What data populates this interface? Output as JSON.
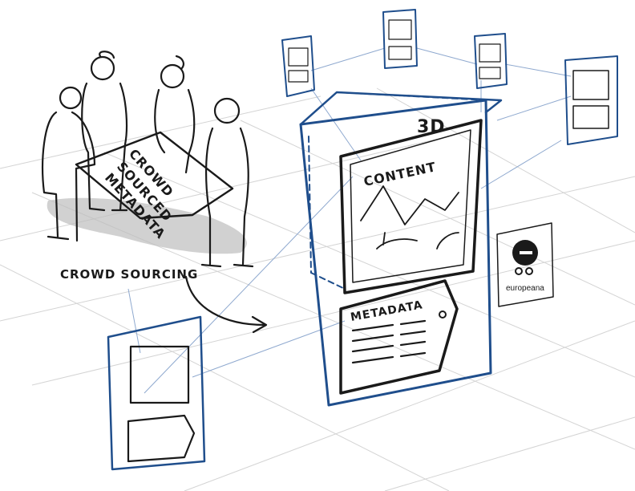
{
  "labels": {
    "crowd_sourcing": "CROWD SOURCING",
    "banner_line1": "CROWD",
    "banner_line2": "SOURCED",
    "banner_line3": "METADATA",
    "three_d": "3D",
    "content": "CONTENT",
    "metadata": "METADATA",
    "logo_text": "europeana"
  },
  "colors": {
    "blue": "#1f4e8c",
    "ink": "#1a1a1a",
    "grid": "#d4d4d4",
    "link": "#8fa9cf",
    "shadow": "#bdbdbd"
  },
  "icons": [
    "europeana-logo-icon",
    "curved-arrow-icon",
    "mountain-sketch-icon"
  ]
}
